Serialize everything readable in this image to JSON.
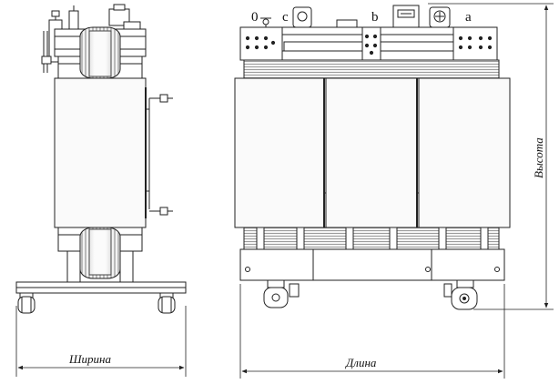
{
  "dimensions": {
    "width_label": "Ширина",
    "length_label": "Длина",
    "height_label": "Высота"
  },
  "terminals": {
    "neutral": "0",
    "phase_c": "c",
    "phase_b": "b",
    "phase_a": "a"
  },
  "colors": {
    "line": "#222222",
    "background": "#ffffff",
    "coil_fill": "#f4f4f4"
  }
}
